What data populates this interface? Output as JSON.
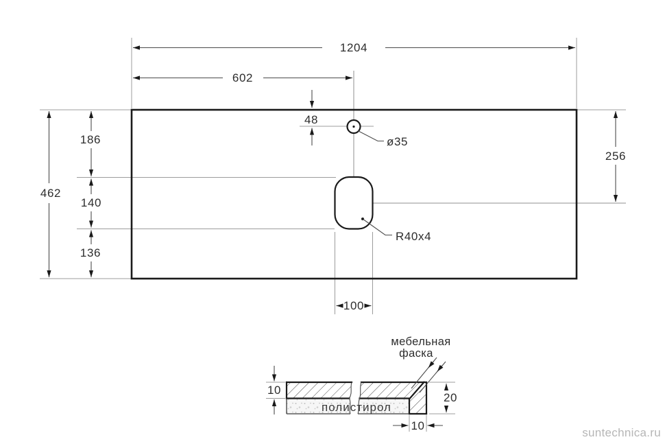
{
  "top_view": {
    "dim_width_total": "1204",
    "dim_width_half": "602",
    "dim_hole_offset": "48",
    "dim_depth_total": "462",
    "dim_depth_top": "186",
    "dim_depth_mid": "140",
    "dim_depth_bottom": "136",
    "dim_depth_right": "256",
    "dim_cutout_width": "100",
    "label_hole": "ø35",
    "label_cutout": "R40x4"
  },
  "section_view": {
    "dim_top_thickness": "10",
    "dim_edge_height": "20",
    "dim_edge_width": "10",
    "label_chamfer_line1": "мебельная",
    "label_chamfer_line2": "фаска",
    "label_material": "полистирол"
  },
  "watermark": {
    "text": "suntechnica.ru"
  },
  "colors": {
    "outline": "#1a1a1a",
    "dim_line": "#4a4a4a",
    "ext_line": "#9c9c9c",
    "text": "#2d2d2d",
    "watermark": "#b6b6b6",
    "background": "#ffffff"
  }
}
